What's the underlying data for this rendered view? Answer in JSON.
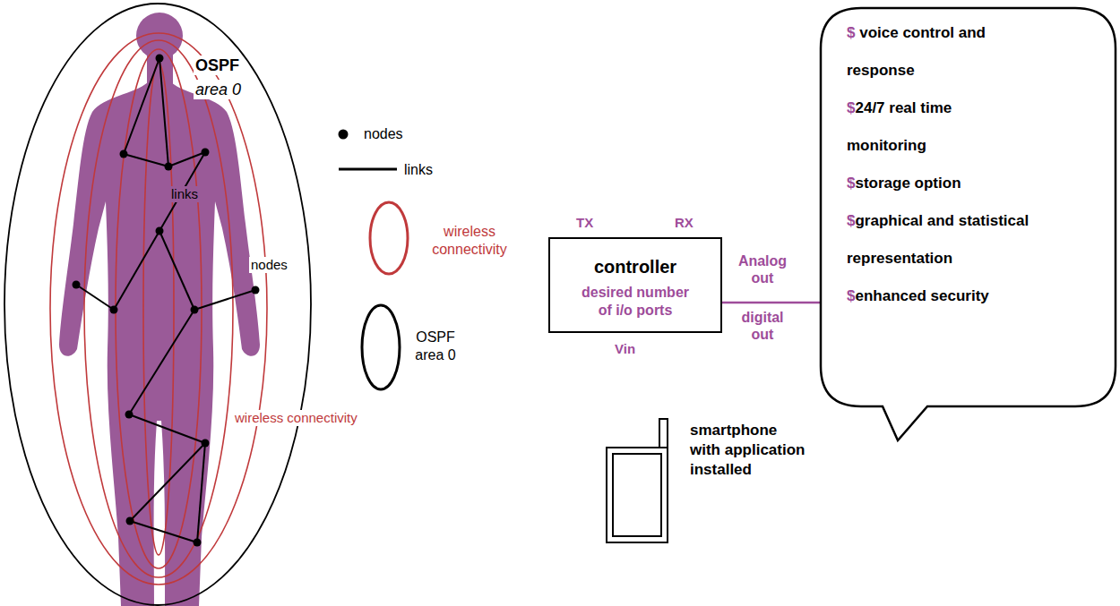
{
  "diagram": {
    "nodes": [
      {
        "text": [
          "controller",
          "desired number of i/o ports"
        ]
      },
      {
        "text": [
          "$ voice control and response",
          "$24/7 real time monitoring",
          "$storage option",
          "$graphical and statistical representation",
          "$enhanced security"
        ]
      },
      {
        "text": [
          "smartphone with application installed"
        ]
      }
    ],
    "edges": [
      {
        "from": 0,
        "to": 1,
        "arrow": "none"
      }
    ],
    "labels": [
      "OSPF",
      "area 0",
      "links",
      "nodes",
      "wireless connectivity",
      "TX",
      "RX",
      "Vin",
      "Analog out",
      "digital out"
    ],
    "legend": [
      {
        "text": "nodes"
      },
      {
        "text": "links"
      },
      {
        "text": "wireless connectivity"
      },
      {
        "text": "OSPF area 0"
      }
    ]
  }
}
